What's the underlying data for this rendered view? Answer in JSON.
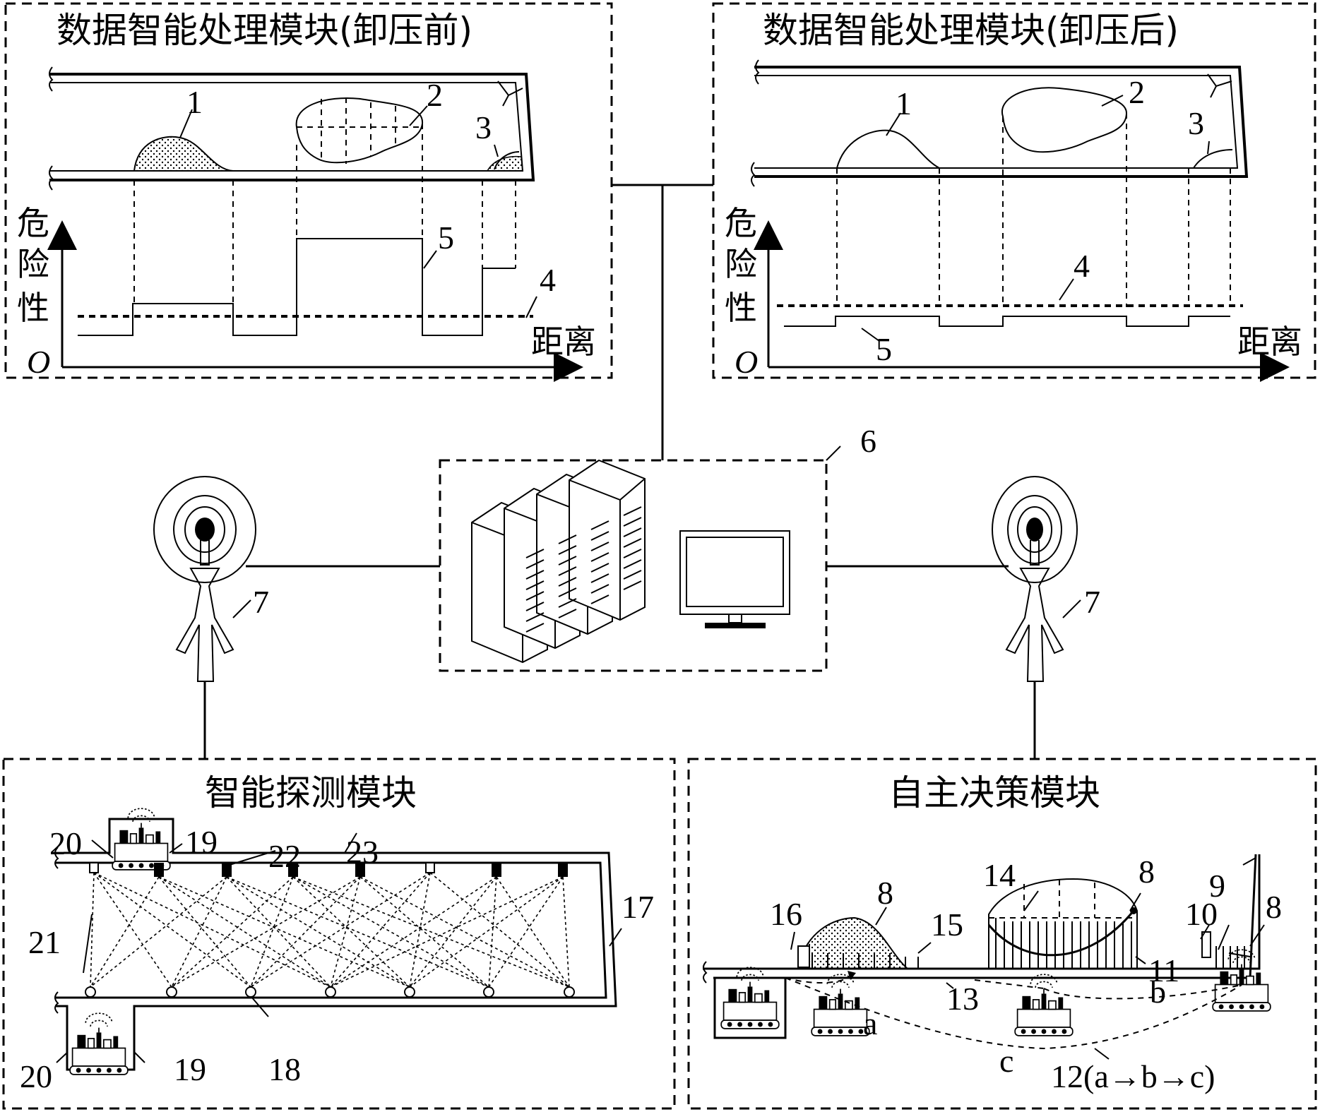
{
  "modules": {
    "processing_before": {
      "title": "数据智能处理模块(卸压前)"
    },
    "processing_after": {
      "title": "数据智能处理模块(卸压后)"
    },
    "detection": {
      "title": "智能探测模块"
    },
    "decision": {
      "title": "自主决策模块"
    }
  },
  "axes": {
    "y_label_chars": [
      "危",
      "险",
      "性"
    ],
    "x_label": "距离",
    "origin": "O"
  },
  "labels": {
    "n1": "1",
    "n2": "2",
    "n3": "3",
    "n4": "4",
    "n5": "5",
    "n6": "6",
    "n7": "7",
    "n8": "8",
    "n9": "9",
    "n10": "10",
    "n11": "11",
    "n12": "12(a→b→c)",
    "n13": "13",
    "n14": "14",
    "n15": "15",
    "n16": "16",
    "n17": "17",
    "n18": "18",
    "n19": "19",
    "n20": "20",
    "n21": "21",
    "n22": "22",
    "n23": "23",
    "a": "a",
    "b": "b",
    "c": "c"
  },
  "colors": {
    "ink": "#000000",
    "background": "#ffffff"
  },
  "icons": [
    "server-rack-icon",
    "monitor-icon",
    "antenna-tower-icon",
    "robot-vehicle-icon",
    "sensor-node-icon"
  ]
}
